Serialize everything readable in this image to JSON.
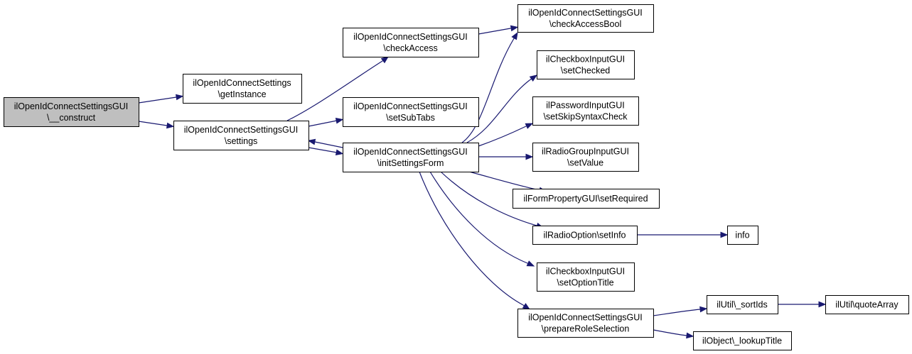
{
  "colors": {
    "node_fill": "#ffffff",
    "root_fill": "#bfbfbf",
    "edge": "#191970"
  },
  "nodes": {
    "construct": {
      "lines": [
        "ilOpenIdConnectSettingsGUI",
        "\\__construct"
      ],
      "root": true
    },
    "getInstance": {
      "lines": [
        "ilOpenIdConnectSettings",
        "\\getInstance"
      ]
    },
    "settings": {
      "lines": [
        "ilOpenIdConnectSettingsGUI",
        "\\settings"
      ]
    },
    "checkAccess": {
      "lines": [
        "ilOpenIdConnectSettingsGUI",
        "\\checkAccess"
      ]
    },
    "setSubTabs": {
      "lines": [
        "ilOpenIdConnectSettingsGUI",
        "\\setSubTabs"
      ]
    },
    "initSettingsForm": {
      "lines": [
        "ilOpenIdConnectSettingsGUI",
        "\\initSettingsForm"
      ]
    },
    "checkAccessBool": {
      "lines": [
        "ilOpenIdConnectSettingsGUI",
        "\\checkAccessBool"
      ]
    },
    "setChecked": {
      "lines": [
        "ilCheckboxInputGUI",
        "\\setChecked"
      ]
    },
    "setSkipSyntaxCheck": {
      "lines": [
        "ilPasswordInputGUI",
        "\\setSkipSyntaxCheck"
      ]
    },
    "setValue": {
      "lines": [
        "ilRadioGroupInputGUI",
        "\\setValue"
      ]
    },
    "setRequired": {
      "lines": [
        "ilFormPropertyGUI\\setRequired"
      ]
    },
    "setInfo": {
      "lines": [
        "ilRadioOption\\setInfo"
      ]
    },
    "info": {
      "lines": [
        "info"
      ]
    },
    "setOptionTitle": {
      "lines": [
        "ilCheckboxInputGUI",
        "\\setOptionTitle"
      ]
    },
    "prepareRoleSelection": {
      "lines": [
        "ilOpenIdConnectSettingsGUI",
        "\\prepareRoleSelection"
      ]
    },
    "sortIds": {
      "lines": [
        "ilUtil\\_sortIds"
      ]
    },
    "quoteArray": {
      "lines": [
        "ilUtil\\quoteArray"
      ]
    },
    "lookupTitle": {
      "lines": [
        "ilObject\\_lookupTitle"
      ]
    }
  },
  "edges": [
    {
      "from": "construct",
      "to": "getInstance"
    },
    {
      "from": "construct",
      "to": "settings"
    },
    {
      "from": "settings",
      "to": "checkAccess"
    },
    {
      "from": "settings",
      "to": "setSubTabs"
    },
    {
      "from": "settings",
      "to": "initSettingsForm"
    },
    {
      "from": "initSettingsForm",
      "to": "settings"
    },
    {
      "from": "checkAccess",
      "to": "checkAccessBool"
    },
    {
      "from": "initSettingsForm",
      "to": "checkAccessBool"
    },
    {
      "from": "initSettingsForm",
      "to": "setChecked"
    },
    {
      "from": "initSettingsForm",
      "to": "setSkipSyntaxCheck"
    },
    {
      "from": "initSettingsForm",
      "to": "setValue"
    },
    {
      "from": "initSettingsForm",
      "to": "setRequired"
    },
    {
      "from": "initSettingsForm",
      "to": "setInfo"
    },
    {
      "from": "initSettingsForm",
      "to": "setOptionTitle"
    },
    {
      "from": "initSettingsForm",
      "to": "prepareRoleSelection"
    },
    {
      "from": "setInfo",
      "to": "info"
    },
    {
      "from": "prepareRoleSelection",
      "to": "sortIds"
    },
    {
      "from": "prepareRoleSelection",
      "to": "lookupTitle"
    },
    {
      "from": "sortIds",
      "to": "quoteArray"
    }
  ]
}
